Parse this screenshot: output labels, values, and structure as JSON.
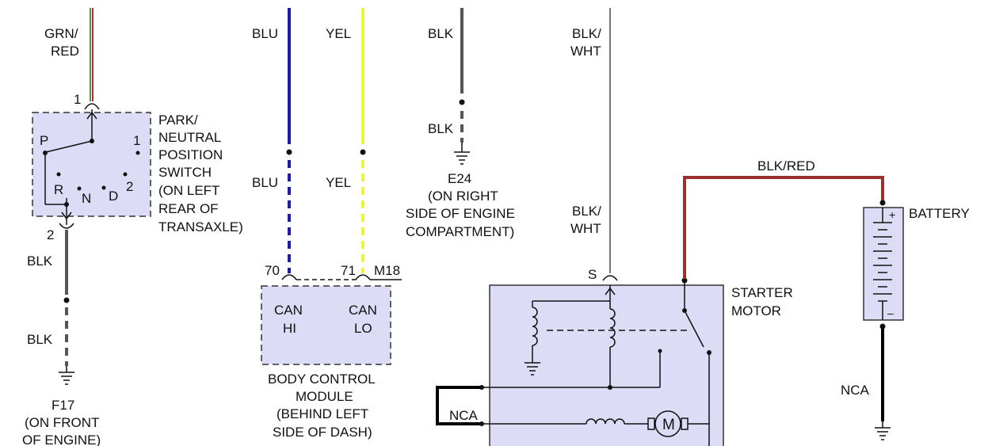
{
  "colors": {
    "grn": "#3f9f3f",
    "red": "#b03030",
    "blu": "#1a1ab8",
    "yel": "#f2f23a",
    "blk": "#555555",
    "blk_wht": "#777777",
    "blk_red": "#9c3030",
    "box_fill": "#dcdcf6"
  },
  "pnp_switch": {
    "wire_top": [
      "GRN/",
      "RED"
    ],
    "wire_bottom_upper": "BLK",
    "wire_bottom_lower": "BLK",
    "pin_top": "1",
    "pin_bottom": "2",
    "label": [
      "PARK/",
      "NEUTRAL",
      "POSITION",
      "SWITCH",
      "(ON LEFT",
      "REAR OF",
      "TRANSAXLE)"
    ],
    "positions": {
      "p": "P",
      "r": "R",
      "n": "N",
      "d": "D",
      "one": "1",
      "two": "2"
    },
    "ground": [
      "F17",
      "(ON FRONT",
      "OF ENGINE)"
    ]
  },
  "bcm": {
    "wire_left_upper": "BLU",
    "wire_left_lower": "BLU",
    "wire_right_upper": "YEL",
    "wire_right_lower": "YEL",
    "pin_left": "70",
    "pin_right": "71",
    "connector": "M18",
    "can_hi": [
      "CAN",
      "HI"
    ],
    "can_lo": [
      "CAN",
      "LO"
    ],
    "label": [
      "BODY CONTROL",
      "MODULE",
      "(BEHIND LEFT",
      "SIDE OF DASH)"
    ]
  },
  "ground_e24": {
    "wire_upper": "BLK",
    "wire_lower": "BLK",
    "label": [
      "E24",
      "(ON RIGHT",
      "SIDE OF ENGINE",
      "COMPARTMENT)"
    ]
  },
  "starter": {
    "wire_upper": [
      "BLK/",
      "WHT"
    ],
    "wire_lower": [
      "BLK/",
      "WHT"
    ],
    "pin_s": "S",
    "label": [
      "STARTER",
      "MOTOR"
    ],
    "nca": "NCA",
    "motor": "M"
  },
  "battery": {
    "wire": "BLK/RED",
    "label": "BATTERY",
    "plus": "+",
    "minus": "–",
    "nca": "NCA"
  }
}
